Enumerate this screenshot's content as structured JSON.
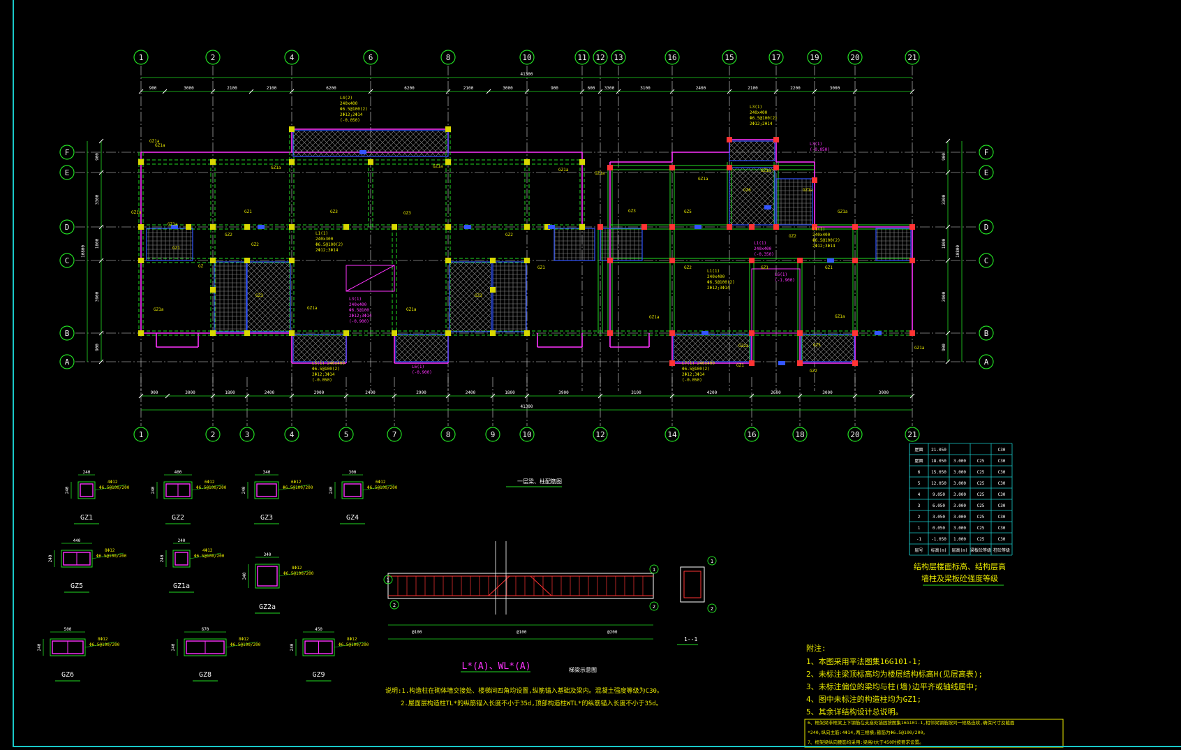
{
  "grid_top": [
    "1",
    "2",
    "4",
    "6",
    "8",
    "10",
    "11",
    "12",
    "13",
    "16",
    "15",
    "17",
    "19",
    "20",
    "21"
  ],
  "grid_bottom": [
    "1",
    "2",
    "3",
    "4",
    "5",
    "7",
    "8",
    "9",
    "10",
    "12",
    "14",
    "16",
    "18",
    "20",
    "21"
  ],
  "grid_rows": [
    "F",
    "E",
    "D",
    "C",
    "B",
    "A"
  ],
  "dims_top": [
    "900",
    "3000",
    "2100",
    "2100",
    "6200",
    "6200",
    "2100",
    "3000",
    "900",
    "600",
    "3300",
    "3100",
    "2400",
    "2100",
    "2200",
    "3000"
  ],
  "dims_bottom": [
    "900",
    "3000",
    "1800",
    "2400",
    "2900",
    "2400",
    "2900",
    "2400",
    "1800",
    "3900",
    "3100",
    "4200",
    "2600",
    "3000",
    "3000"
  ],
  "total_length": "41300",
  "dims_left": [
    "900",
    "3300",
    "1800",
    "3900",
    "900"
  ],
  "dims_left_total": "10800",
  "plan_title": "一层梁、柱配筋图",
  "columns": [
    {
      "name": "GZ1",
      "w": "240",
      "h": "240",
      "note1": "4Φ12",
      "note2": "Φ6.5@100/200"
    },
    {
      "name": "GZ2",
      "w": "400",
      "h": "240",
      "note1": "6Φ12",
      "note2": "Φ6.5@100/200"
    },
    {
      "name": "GZ3",
      "w": "340",
      "h": "240",
      "note1": "6Φ12",
      "note2": "Φ6.5@100/200"
    },
    {
      "name": "GZ4",
      "w": "300",
      "h": "240",
      "note1": "6Φ12",
      "note2": "Φ6.5@100/200"
    },
    {
      "name": "GZ5",
      "w": "440",
      "h": "240",
      "note1": "8Φ12",
      "note2": "Φ6.5@100/200"
    },
    {
      "name": "GZ1a",
      "w": "240",
      "h": "240",
      "note1": "4Φ12",
      "note2": "Φ6.5@100/200"
    },
    {
      "name": "GZ2a",
      "w": "340",
      "h": "340",
      "note1": "8Φ12",
      "note2": "Φ6.5@100/200"
    },
    {
      "name": "GZ6",
      "w": "500",
      "h": "240",
      "note1": "8Φ12",
      "note2": "Φ6.5@100/200"
    },
    {
      "name": "GZ8",
      "w": "670",
      "h": "240",
      "note1": "8Φ12",
      "note2": "Φ6.5@100/200"
    },
    {
      "name": "GZ9",
      "w": "450",
      "h": "240",
      "note1": "8Φ12",
      "note2": "Φ6.5@100/200"
    }
  ],
  "stair_title": "L*(A)、WL*(A)",
  "stair_caption": "梯梁示意图",
  "section_label": "1--1",
  "table": {
    "rows": [
      [
        "屋面",
        "21.050",
        "",
        "",
        "C30"
      ],
      [
        "屋面",
        "18.050",
        "3.000",
        "C25",
        "C30"
      ],
      [
        "6",
        "15.050",
        "3.000",
        "C25",
        "C30"
      ],
      [
        "5",
        "12.050",
        "3.000",
        "C25",
        "C30"
      ],
      [
        "4",
        "9.050",
        "3.000",
        "C25",
        "C30"
      ],
      [
        "3",
        "6.050",
        "3.000",
        "C25",
        "C30"
      ],
      [
        "2",
        "3.050",
        "3.000",
        "C25",
        "C30"
      ],
      [
        "1",
        "0.050",
        "3.000",
        "C25",
        "C30"
      ],
      [
        "-1",
        "-1.050",
        "1.000",
        "C25",
        "C30"
      ],
      [
        "层号",
        "标高(m)",
        "层高(m)",
        "梁板砼等级",
        "柱砼等级"
      ]
    ],
    "caption1": "结构层楼面标高、结构层高",
    "caption2": "墙柱及梁板砼强度等级"
  },
  "notes_title": "附注:",
  "notes": [
    "1、本图采用平法图集16G101-1;",
    "2、未标注梁顶标高均为楼层结构标高H(见层高表);",
    "3、未标注偏位的梁均与柱(墙)边平齐或轴线居中;",
    "4、图中未标注的构造柱均为GZ1;",
    "5、其余详结构设计总说明。"
  ],
  "notes_box": [
    "6、框架梁非框梁上下钢筋在支座处锚固按图集16G101-1,相邻梁钢筋按同一规格连续,确保尺寸及截面",
    "*240,纵向主筋:4Φ14,两三根横;箍筋为Φ6.5@100/200。",
    "7、框架梁纵向腰筋均采用:梁高H大于450时按要求设置。"
  ],
  "spec_notes": [
    "说明:1.构造柱在砌体墙交接处、楼梯间四角均设置,纵筋锚入基础及梁内。混凝土强度等级为C30。",
    "2.屋面层构造柱TL*的纵筋锚入长度不小于35d,顶部构造柱WTL*的纵筋锚入长度不小于35d。"
  ],
  "colors": {
    "grid": "#22dd22",
    "axis": "#f0f0f0",
    "wall": "#ff33ff",
    "beam": "#22dd22",
    "column": "#d8d800",
    "text": "#e8e800",
    "dim": "#ffffff",
    "frame": "#19c8c8",
    "blue": "#3355ff",
    "red": "#ff3333"
  }
}
